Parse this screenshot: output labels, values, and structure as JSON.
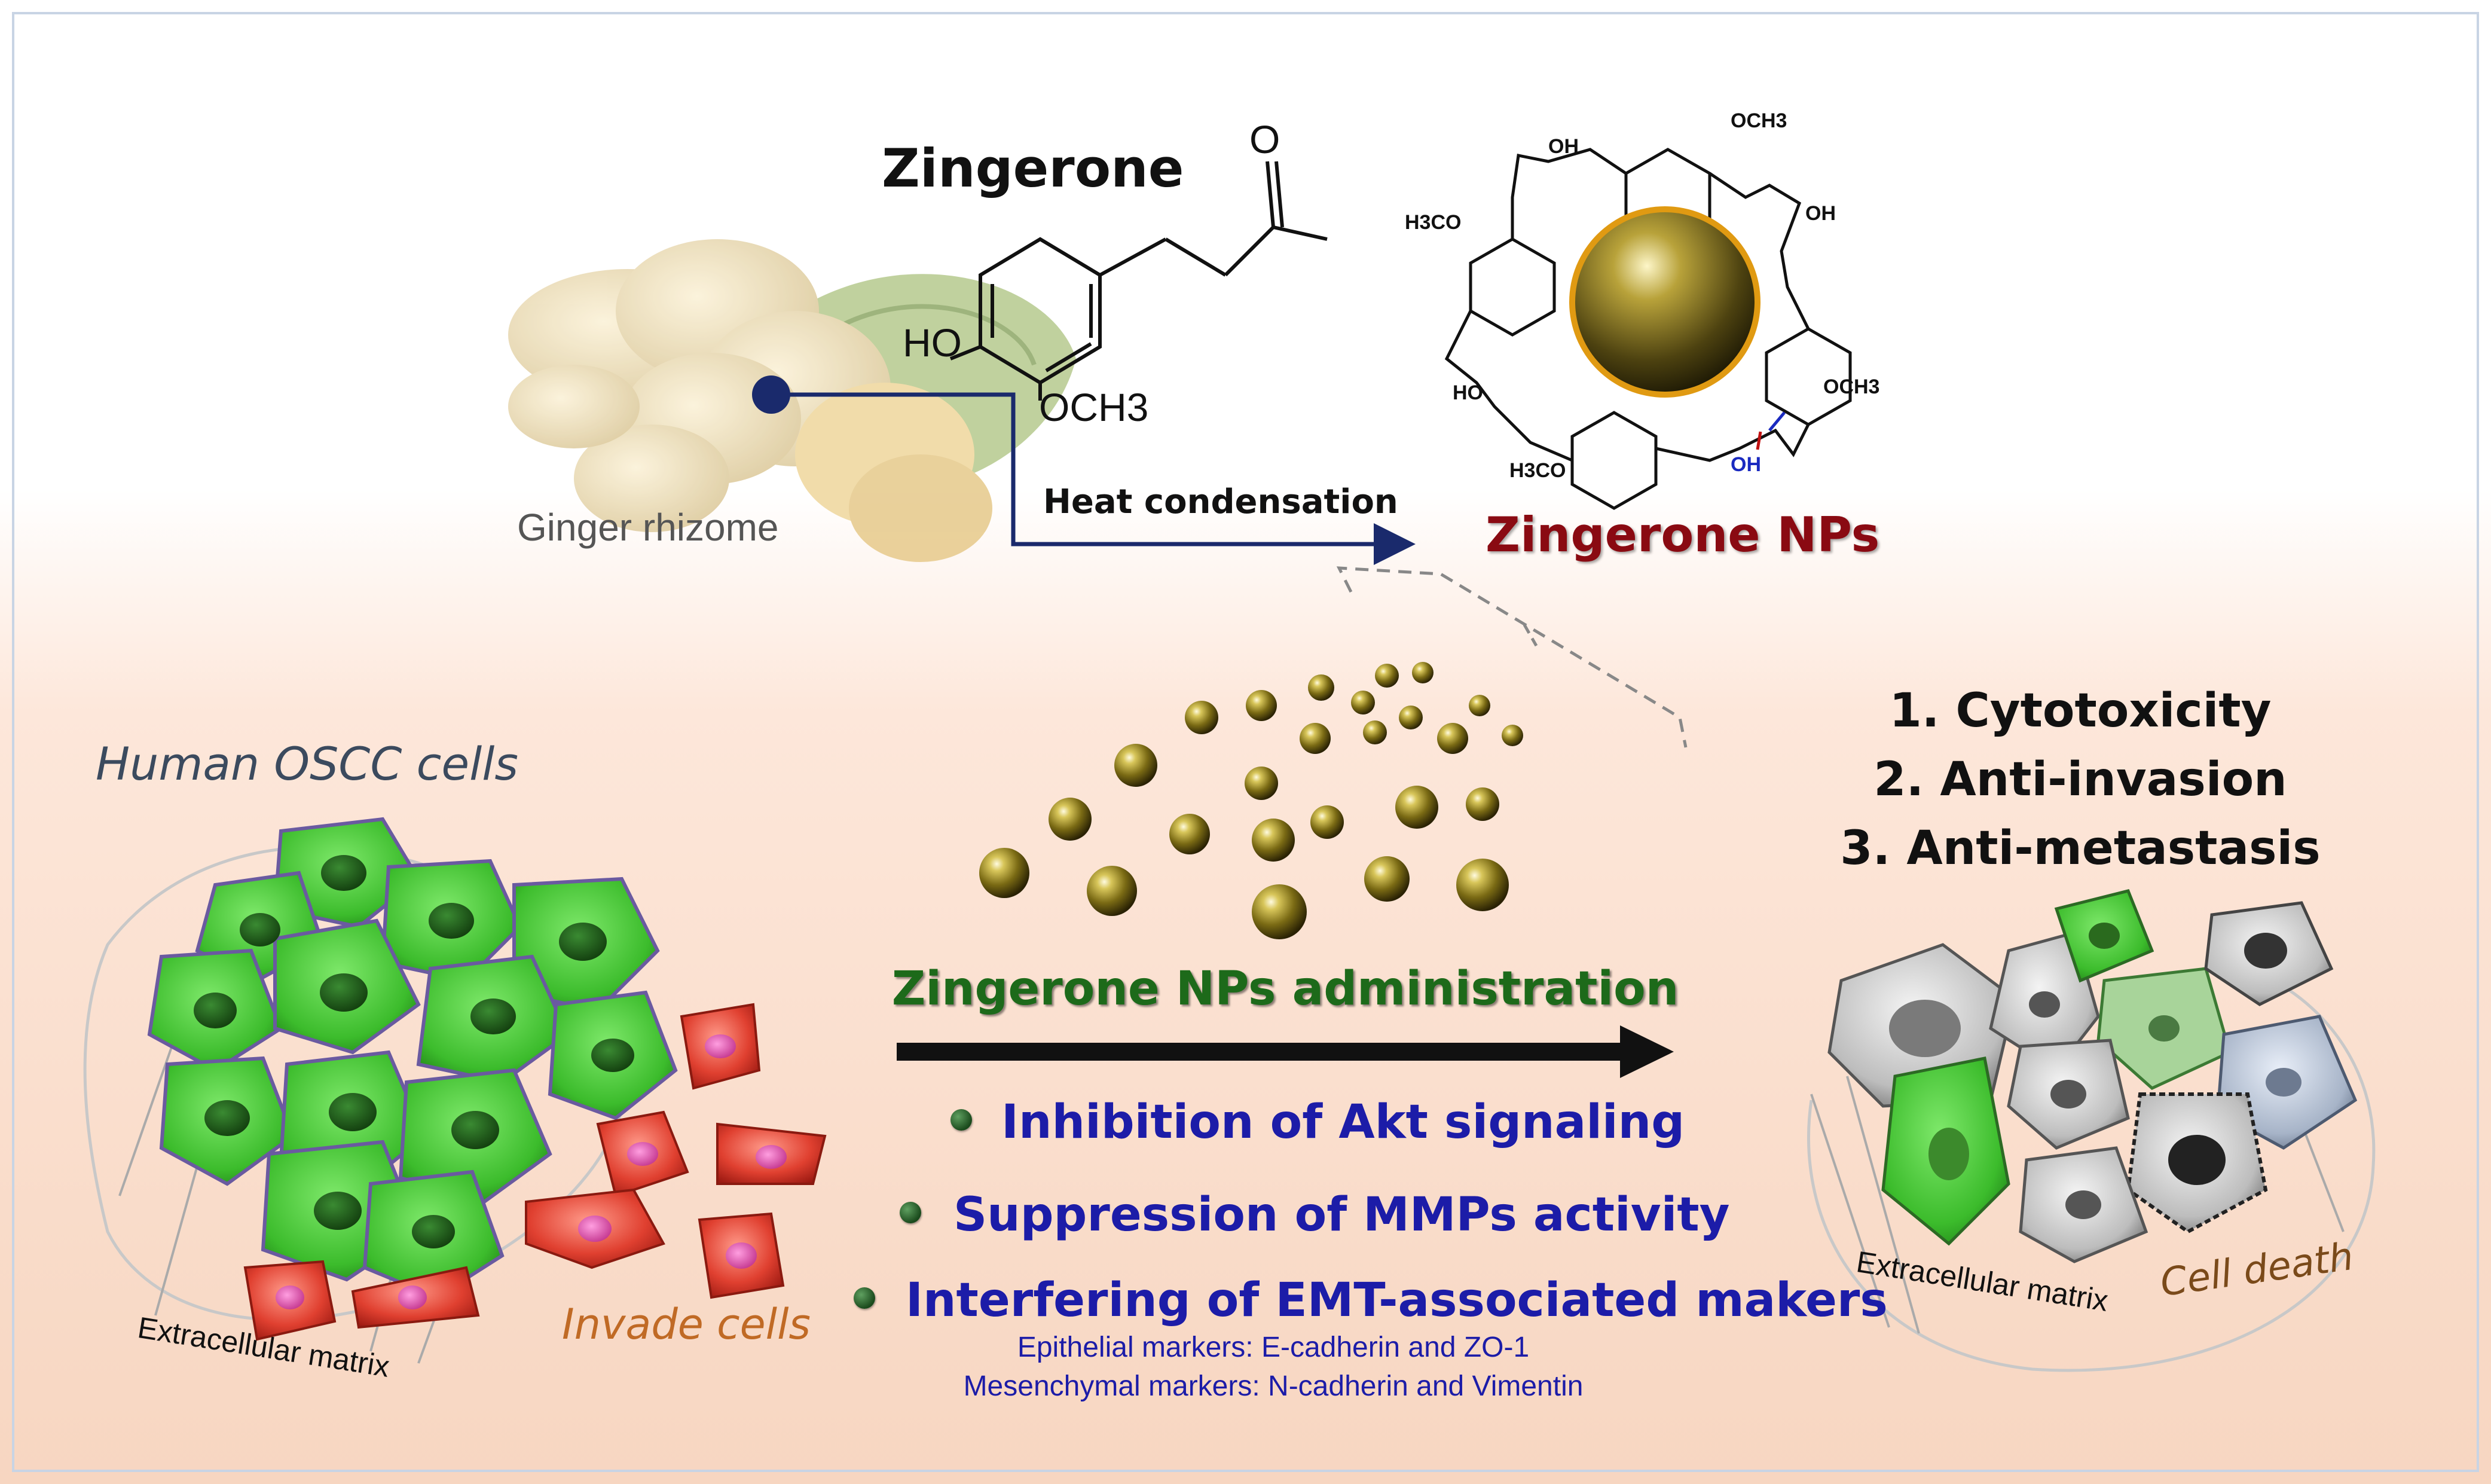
{
  "synthesis": {
    "compound_title": "Zingerone",
    "ginger_label": "Ginger rhizome",
    "process_label": "Heat condensation",
    "product_label": "Zingerone NPs"
  },
  "molecule": {
    "ketone_o": "O",
    "hydroxyl": "HO",
    "methoxy": "OCH3"
  },
  "nanoparticle_structure": {
    "groups": [
      "OH",
      "OCH3",
      "OH",
      "H3CO",
      "OCH3",
      "HO",
      "H3CO",
      "OH"
    ]
  },
  "cells": {
    "title": "Human OSCC cells",
    "matrix_label": "Extracellular matrix",
    "invade_label": "Invade cells"
  },
  "treatment": {
    "administration_label": "Zingerone NPs administration",
    "mechanisms": [
      "Inhibition of Akt signaling",
      "Suppression of MMPs activity",
      "Interfering of EMT-associated makers"
    ],
    "marker_details": [
      "Epithelial markers: E-cadherin and ZO-1",
      "Mesenchymal markers: N-cadherin and Vimentin"
    ]
  },
  "outcomes": {
    "effects": [
      "1. Cytotoxicity",
      "2. Anti-invasion",
      "3. Anti-metastasis"
    ],
    "matrix_label": "Extracellular matrix",
    "death_label": "Cell death"
  },
  "colors": {
    "accent_navy": "#1a2a6c",
    "product_red": "#8a0a12",
    "mechanism_blue": "#1c1ca8",
    "admin_green": "#1d6a1a",
    "cell_green": "#3cbc2c",
    "invading_red": "#d83a2a",
    "nanoparticle_gold": "#8a7a1a",
    "background_peach": "#f9dccb"
  }
}
